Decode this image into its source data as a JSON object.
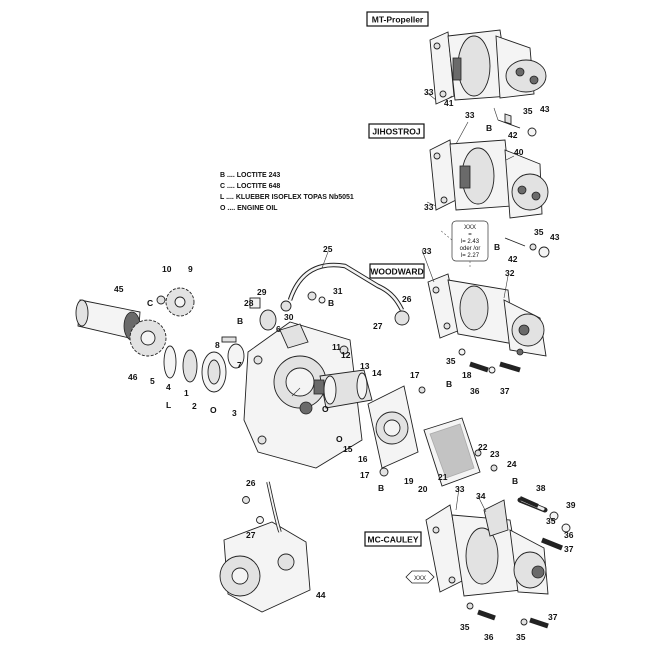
{
  "legend": [
    "B .... LOCTITE 243",
    "C .... LOCTITE 648",
    "L .... KLUEBER ISOFLEX TOPAS Nb5051",
    "O .... ENGINE OIL"
  ],
  "variants": {
    "mt": "MT-Propeller",
    "jihostroj": "JIHOSTROJ",
    "woodward": "WOODWARD",
    "mccauley": "MC-CAULEY"
  },
  "note": {
    "line1": "XXX",
    "line2": "=",
    "line3": "l= 2.43",
    "line4": "oder /or",
    "line5": "l= 2.27"
  },
  "xxx_tag": "XXX",
  "markers": {
    "B": "B",
    "C": "C",
    "L": "L",
    "O": "O"
  },
  "parts": {
    "p1": "1",
    "p2": "2",
    "p3": "3",
    "p4": "4",
    "p5": "5",
    "p6": "6",
    "p7": "7",
    "p8": "8",
    "p9": "9",
    "p10": "10",
    "p11": "11",
    "p12": "12",
    "p13": "13",
    "p14": "14",
    "p15": "15",
    "p16": "16",
    "p17": "17",
    "p18": "18",
    "p19": "19",
    "p20": "20",
    "p21": "21",
    "p22": "22",
    "p23": "23",
    "p24": "24",
    "p25": "25",
    "p26": "26",
    "p27": "27",
    "p28": "28",
    "p29": "29",
    "p30": "30",
    "p31": "31",
    "p32": "32",
    "p33": "33",
    "p34": "34",
    "p35": "35",
    "p36": "36",
    "p37": "37",
    "p38": "38",
    "p39": "39",
    "p40": "40",
    "p41": "41",
    "p42": "42",
    "p43": "43",
    "p44": "44",
    "p45": "45",
    "p46": "46"
  }
}
